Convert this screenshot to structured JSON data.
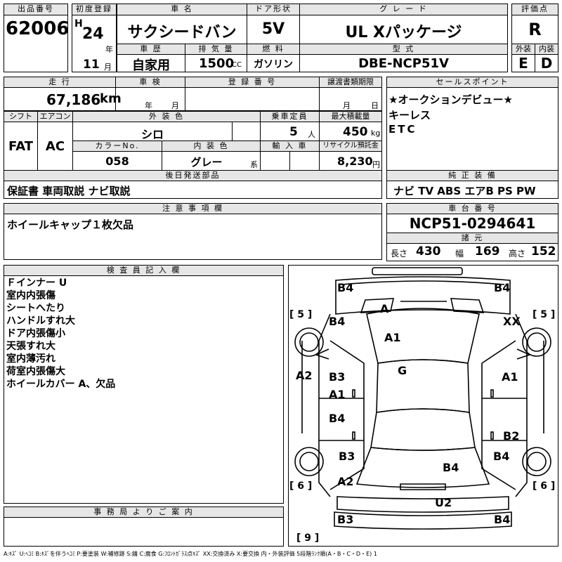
{
  "header": {
    "lot_no_label": "出品番号",
    "lot_no": "62006",
    "first_reg_label": "初度登録",
    "era": "H",
    "reg_year": "24",
    "year_unit": "年",
    "reg_month": "11",
    "month_unit": "月",
    "car_name_label": "車 名",
    "car_name": "サクシードバン",
    "door_label": "ドア形状",
    "door": "5V",
    "grade_label": "グ レ ー ド",
    "grade": "UL Xパッケージ",
    "score_label": "評価点",
    "score": "R",
    "history_label": "車 歴",
    "history": "自家用",
    "displacement_label": "排 気 量",
    "displacement": "1500",
    "displacement_unit": "CC",
    "fuel_label": "燃 料",
    "fuel": "ガソリン",
    "model_label": "型 式",
    "model": "DBE-NCP51V",
    "ext_label": "外装",
    "ext_grade": "E",
    "int_label": "内装",
    "int_grade": "D"
  },
  "row2": {
    "mileage_label": "走 行",
    "mileage": "67,186",
    "mileage_unit": "km",
    "inspection_label": "車 検",
    "inspection_year_unit": "年",
    "inspection_month_unit": "月",
    "plate_label": "登 録 番 号",
    "transfer_label": "譲渡書類期限",
    "transfer_month_unit": "月",
    "transfer_day_unit": "日",
    "sales_label": "セールスポイント",
    "sales_points": [
      "★オークションデビュー★",
      "キーレス",
      "ETC"
    ]
  },
  "row3": {
    "shift_label": "シフト",
    "shift": "FAT",
    "ac_label": "エアコン",
    "ac": "AC",
    "color_label": "外 装 色",
    "color": "シロ",
    "capacity_label": "乗車定員",
    "capacity": "5",
    "capacity_unit": "人",
    "load_label": "最大積載量",
    "load": "450",
    "load_unit": "kg",
    "color_no_label": "カラーNo.",
    "color_no": "058",
    "int_color_label": "内 装 色",
    "int_color": "グレー",
    "int_color_suffix": "系",
    "import_label": "輸 入 車",
    "recycle_label": "リサイクル預託金",
    "recycle": "8,230",
    "recycle_unit": "円"
  },
  "ship": {
    "label": "後日発送部品",
    "value": "保証書 車両取説 ナビ取説",
    "equip_label": "純 正 装 備",
    "equip": "ナビ TV ABS エアB PS PW"
  },
  "notes": {
    "label": "注 意 事 項 欄",
    "value": "ホイールキャップ１枚欠品",
    "chassis_label": "車 台 番 号",
    "chassis": "NCP51-0294641",
    "spec_label": "諸 元",
    "length_label": "長さ",
    "length": "430",
    "width_label": "幅",
    "width": "169",
    "height_label": "高さ",
    "height": "152"
  },
  "inspector": {
    "label": "検 査 員 記 入 欄",
    "lines": [
      "Ｆインナー U",
      "室内内張傷",
      "シートへたり",
      "ハンドルすれ大",
      "ドア内張傷小",
      "天張すれ大",
      "室内薄汚れ",
      "荷室内張傷大",
      "ホイールカバー A、欠品"
    ]
  },
  "office": {
    "label": "事 務 局 よ り ご 案 内"
  },
  "diagram": {
    "marks": [
      "B4",
      "B4",
      "A",
      "B4",
      "XX",
      "A1",
      "G",
      "A2",
      "B3",
      "A1",
      "A1",
      "B4",
      "B2",
      "B3",
      "B4",
      "B4",
      "A2",
      "U2",
      "B3",
      "B4"
    ],
    "tire_5_left": "[ 5 ]",
    "tire_5_right": "[ 5 ]",
    "tire_6_left": "[ 6 ]",
    "tire_6_right": "[ 6 ]",
    "spare_9": "[ 9 ]",
    "seat_marks": [
      "0",
      "0",
      "0",
      "0"
    ]
  },
  "legend": "A:ｷｽﾞ U:ﾍｺﾐ B:ｷｽﾞを伴うﾍｺﾐ P:要塗装 W:補修跡 S:錆 C:腐食 G:ﾌﾛﾝﾄｶﾞﾗｽ点ｷｽﾞ XX:交換済み X:要交換 内・外装評価 5段階ﾗﾝｸ順(A・B・C・D・E) 1"
}
